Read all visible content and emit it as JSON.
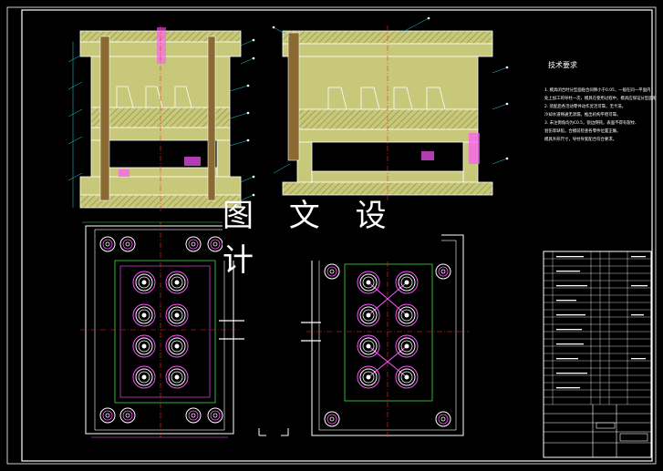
{
  "watermark": "图 文 设 计",
  "technical_requirements": {
    "title": "技术要求",
    "lines": [
      "1. 模具闭合时分型面贴合间隙小于0.05，一般在同一平面内",
      "处上加工的导柱一次，模具在使用过程中，模具应保证分型面顺畅。",
      "2. 装配后各活动零件动作灵活可靠，无卡滞。",
      "冷却水道畅通无渗漏，推出机构平稳可靠。",
      "3. 未注倒角均为C0.5，锐边倒钝，表面不得有裂纹、",
      "划伤等缺陷，合模前检查各零件位置正确，",
      "模具外形尺寸，导柱导套配合符合要求。"
    ]
  },
  "colors": {
    "background": "#000000",
    "plate_fill": "#c8c87a",
    "outline": "#ffffff",
    "centerline": "#ff2a2a",
    "leader": "#22d0e8",
    "spring": "#ff55ff",
    "green_line": "#3ddc3d"
  }
}
